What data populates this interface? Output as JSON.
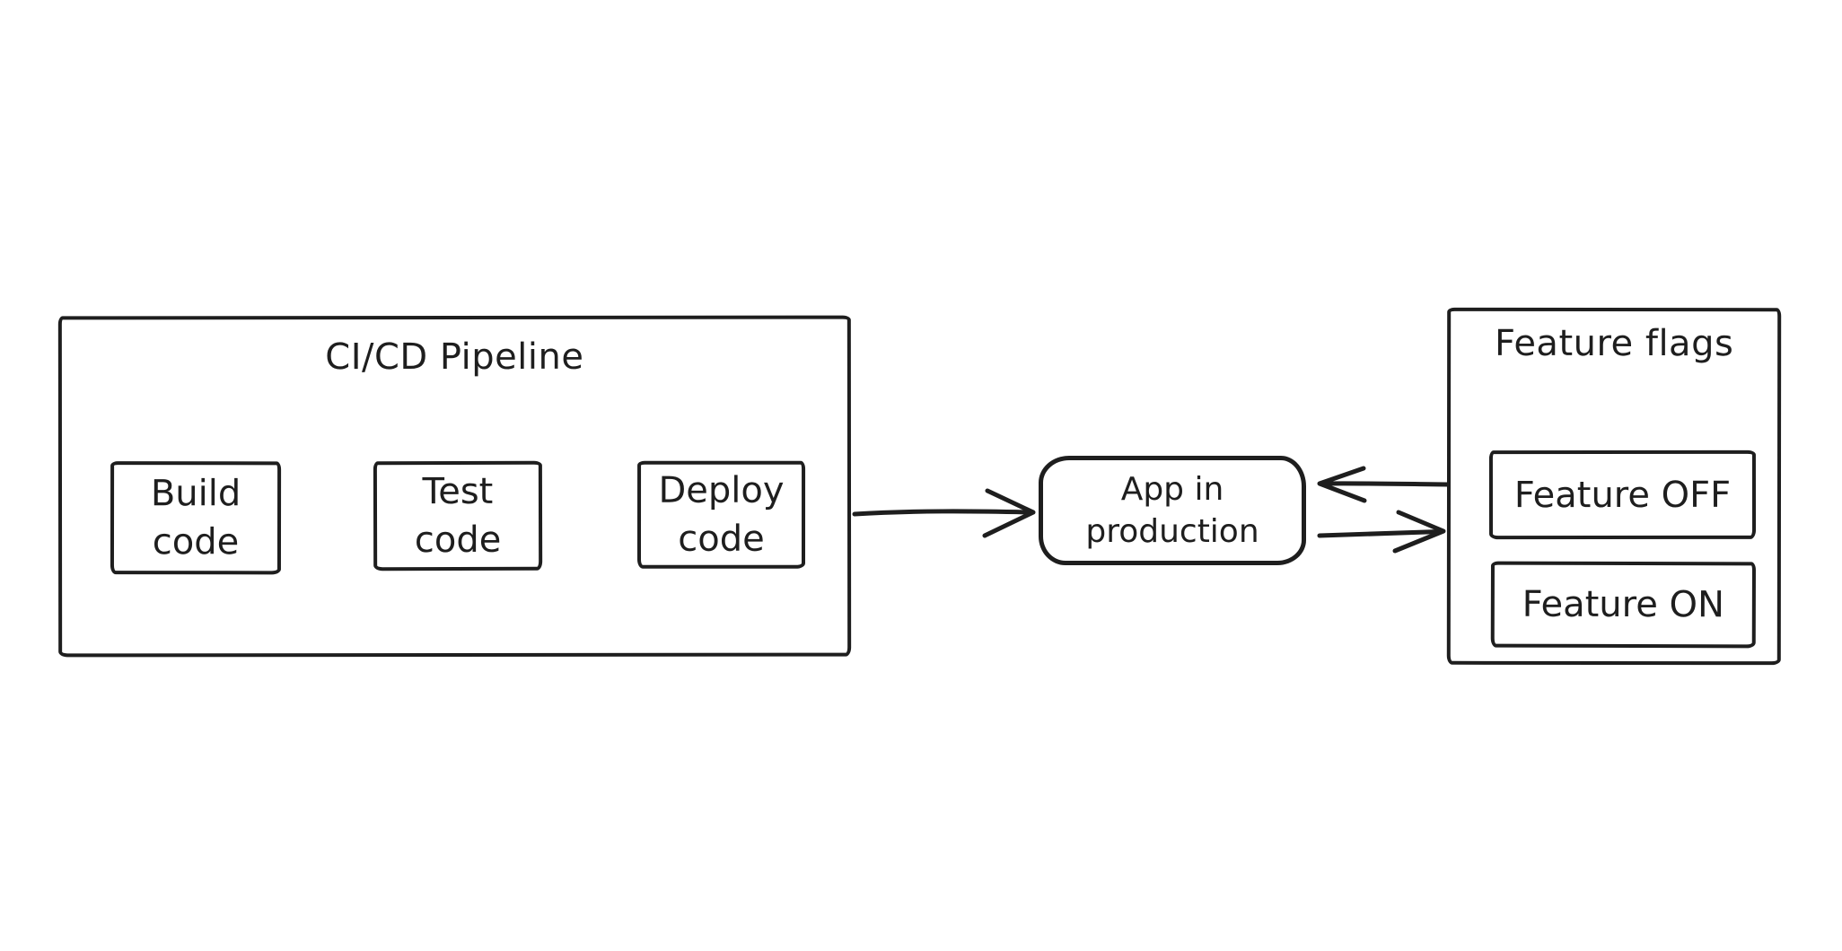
{
  "canvas": {
    "background": "#ffffff",
    "ink": "#1e1e1e"
  },
  "pipeline": {
    "title": "CI/CD Pipeline",
    "stages": {
      "build": {
        "label": "Build\ncode"
      },
      "test": {
        "label": "Test\ncode"
      },
      "deploy": {
        "label": "Deploy\ncode"
      }
    }
  },
  "app": {
    "label": "App in\nproduction"
  },
  "feature_flags": {
    "title": "Feature flags",
    "off": {
      "label": "Feature OFF"
    },
    "on": {
      "label": "Feature ON"
    }
  }
}
